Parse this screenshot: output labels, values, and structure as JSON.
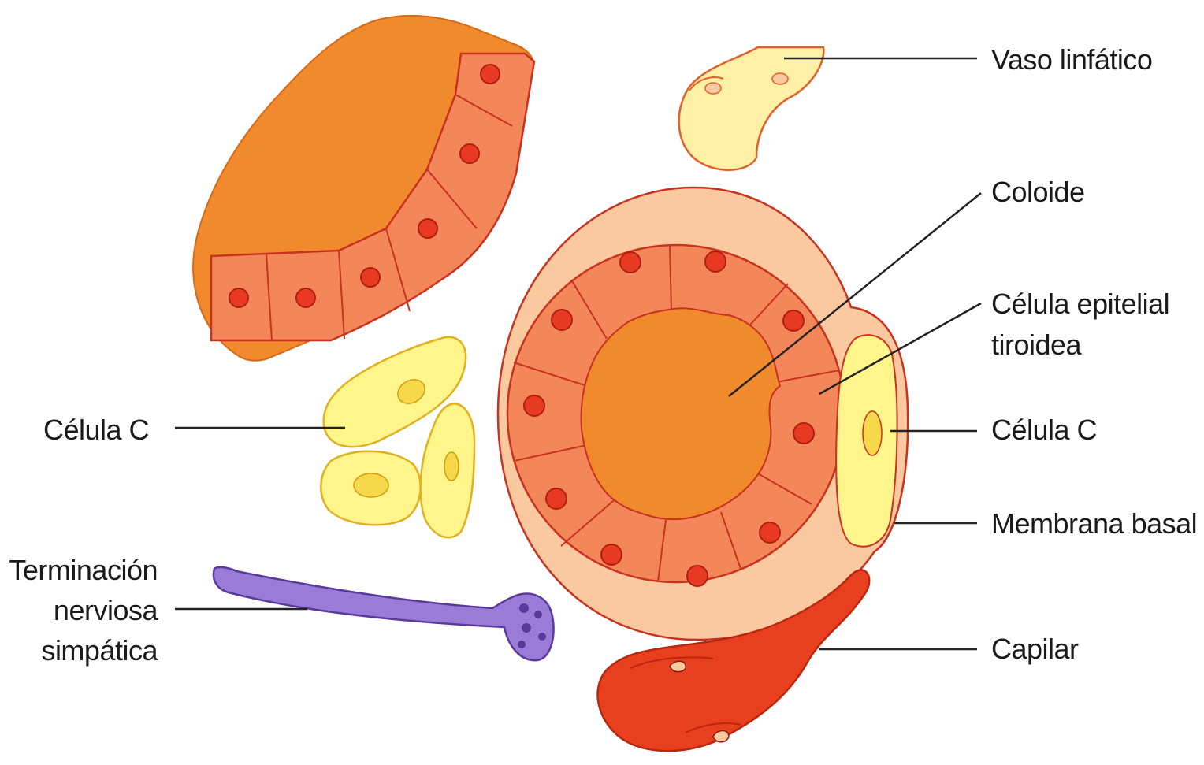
{
  "labels": {
    "vaso_linfatico": "Vaso linfático",
    "coloide": "Coloide",
    "celula_epitelial_line1": "Célula epitelial",
    "celula_epitelial_line2": "tiroidea",
    "celula_c_right": "Célula C",
    "membrana_basal": "Membrana basal",
    "capilar": "Capilar",
    "celula_c_left": "Célula C",
    "terminacion_line1": "Terminación",
    "terminacion_line2": "nerviosa",
    "terminacion_line3": "simpática"
  },
  "colors": {
    "colloid": "#F08A2C",
    "epithelial_cell": "#F4875A",
    "cell_outline": "#C8321E",
    "nucleus": "#E83A22",
    "basal_membrane": "#FBC9A0",
    "c_cell": "#FFF58A",
    "c_cell_nucleus": "#F5D94A",
    "lymphatic": "#FFF0A6",
    "capillary": "#E8401E",
    "nerve": "#9A7BD8",
    "nerve_outline": "#5A3A9A",
    "leader_line": "#222222"
  }
}
